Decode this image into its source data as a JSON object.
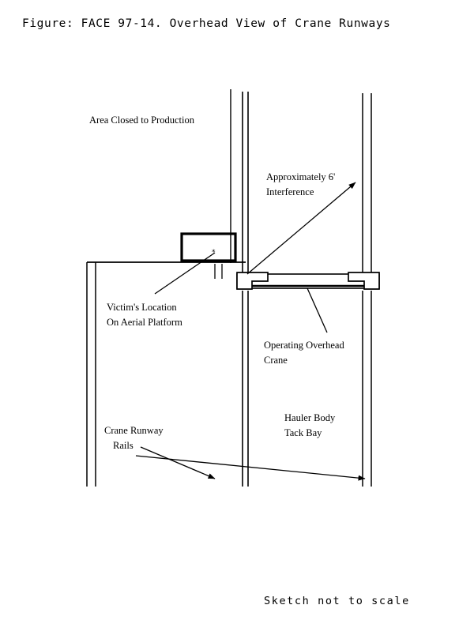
{
  "figure": {
    "title": "Figure: FACE 97-14. Overhead View of Crane Runways",
    "footer_note": "Sketch not to scale"
  },
  "labels": {
    "area_closed": "Area Closed to Production",
    "approx_interference_line1": "Approximately 6'",
    "approx_interference_line2": "Interference",
    "victim_line1": "Victim's Location",
    "victim_line2": "On Aerial Platform",
    "operating_crane_line1": "Operating Overhead",
    "operating_crane_line2": "Crane",
    "hauler_line1": "Hauler Body",
    "hauler_line2": "Tack Bay",
    "rails_line1": "Crane Runway",
    "rails_line2": "Rails"
  },
  "colors": {
    "ink": "#000000",
    "paper": "#ffffff"
  },
  "diagram": {
    "type": "overhead-plan-sketch",
    "subject": "Crane runways, operating overhead crane, and aerial platform location",
    "elements": [
      "left-runway-rail-pair",
      "center-runway-rail-pair",
      "right-runway-rail-pair",
      "upper-center-wall-line",
      "horizontal-wall-line",
      "aerial-platform-rectangle",
      "crane-bridge-girder",
      "crane-end-truck-left",
      "crane-end-truck-right",
      "leader-line-victim",
      "leader-line-interference",
      "leader-line-operating-crane",
      "leader-line-rails-upper",
      "leader-line-rails-lower"
    ]
  }
}
